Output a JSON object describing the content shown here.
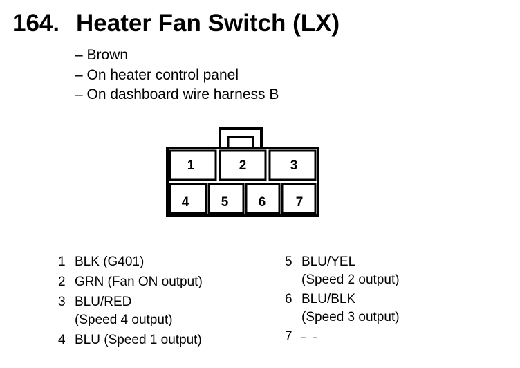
{
  "title": {
    "number": "164.",
    "text": "Heater Fan Switch (LX)"
  },
  "notes": [
    "– Brown",
    "– On heater control panel",
    "– On dashboard wire harness B"
  ],
  "connector": {
    "top_row": [
      "1",
      "2",
      "3"
    ],
    "bottom_row": [
      "4",
      "5",
      "6",
      "7"
    ]
  },
  "pins_left": [
    {
      "pin": "1",
      "line1": "BLK (G401)",
      "line2": ""
    },
    {
      "pin": "2",
      "line1": "GRN (Fan ON output)",
      "line2": ""
    },
    {
      "pin": "3",
      "line1": "BLU/RED",
      "line2": "(Speed 4 output)"
    },
    {
      "pin": "4",
      "line1": "BLU (Speed 1 output)",
      "line2": ""
    }
  ],
  "pins_right": [
    {
      "pin": "5",
      "line1": "BLU/YEL",
      "line2": "(Speed 2 output)"
    },
    {
      "pin": "6",
      "line1": "BLU/BLK",
      "line2": "(Speed 3 output)"
    },
    {
      "pin": "7",
      "line1": "– –",
      "line2": ""
    }
  ]
}
